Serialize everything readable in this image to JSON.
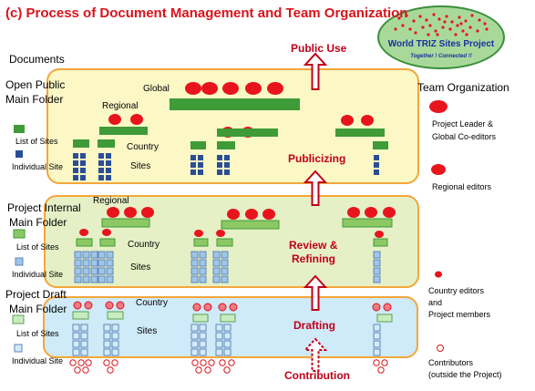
{
  "title": "(c)  Process of Document Management and Team Organization",
  "logo": {
    "line1": "World TRIZ Sites Project",
    "line2": "Together ! Connected !!"
  },
  "documents_heading": "Documents",
  "team_heading": "Team Organization",
  "stages": {
    "public_use": "Public Use",
    "publicizing": "Publicizing",
    "review": "Review &",
    "refining": "Refining",
    "drafting": "Drafting",
    "contribution": "Contribution"
  },
  "folders": {
    "open_public": [
      "Open Public",
      "Main Folder"
    ],
    "project_internal": [
      "Project Internal",
      "Main Folder"
    ],
    "project_draft": [
      "Project Draft",
      "Main Folder"
    ]
  },
  "labels": {
    "global": "Global",
    "regional_top": "Regional",
    "regional_mid": "Regional",
    "country_top": "Country",
    "sites_top": "Sites",
    "country_mid": "Country",
    "sites_mid": "Sites",
    "country_bot": "Country",
    "sites_bot": "Sites",
    "list_of_sites": "List of Sites",
    "individual_site": "Individual Site"
  },
  "legend": {
    "leader": [
      "Project Leader &",
      "Global Co-editors"
    ],
    "regional": "Regional editors",
    "country": [
      "Country editors",
      "and",
      "Project members"
    ],
    "contributors": [
      "Contributors",
      "(outside the Project)"
    ]
  },
  "colors": {
    "title": "#d8141c",
    "red_person": "#e8141c",
    "green_bar": "#3f9a38",
    "navy_square": "#2a4e96",
    "band_yellow": "#fbf8c6",
    "band_green": "#e6f0c6",
    "band_blue": "#cfeaf8",
    "band_border": "#f4a63a"
  }
}
